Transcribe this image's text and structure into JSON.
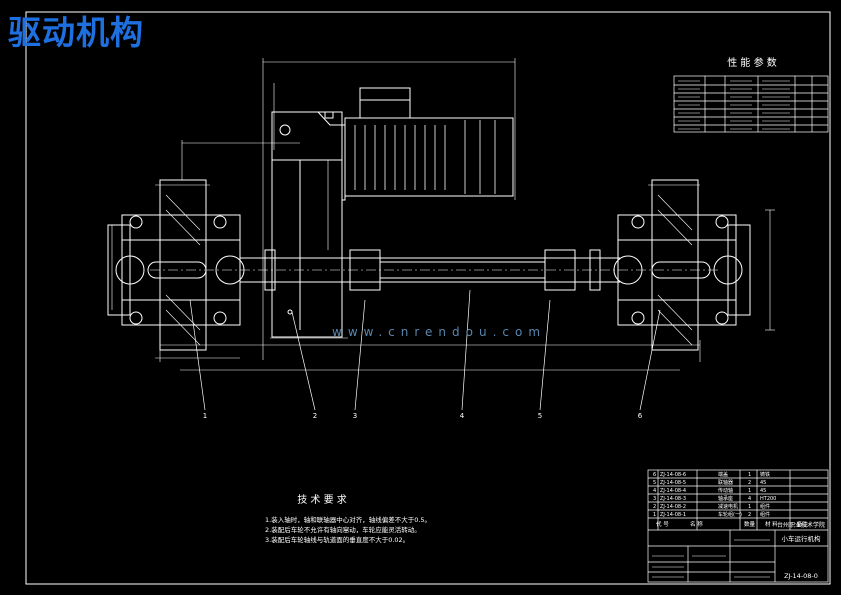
{
  "overlay_title": "驱动机构",
  "watermark": "www.cnrendou.com",
  "perf_title": "性 能 参 数",
  "tech_title": "技 术 要 求",
  "tech_reqs": [
    "1.装入轴时，轴和联轴器中心对齐，轴线偏差不大于0.5。",
    "2.装配后车轮不允许有轴向窜动，车轮应能灵活转动。",
    "3.装配后车轮轴线与轨道面的垂直度不大于0.02。"
  ],
  "balloons": [
    "1",
    "2",
    "3",
    "4",
    "5",
    "6"
  ],
  "bom_rows": [
    [
      "6",
      "ZJ-14-08-6",
      "端盖",
      "1",
      "铸铁"
    ],
    [
      "5",
      "ZJ-14-08-5",
      "联轴器",
      "2",
      "45"
    ],
    [
      "4",
      "ZJ-14-08-4",
      "传动轴",
      "1",
      "45"
    ],
    [
      "3",
      "ZJ-14-08-3",
      "轴承座",
      "4",
      "HT200"
    ],
    [
      "2",
      "ZJ-14-08-2",
      "减速电机",
      "1",
      "组件"
    ],
    [
      "1",
      "ZJ-14-08-1",
      "车轮组(一)",
      "2",
      "组件"
    ]
  ],
  "bom_header": [
    "代 号",
    "名 称",
    "数量",
    "材 料",
    "备注"
  ],
  "school": "台州职业技术学院",
  "drawing_name": "小车运行机构",
  "drawing_no": "ZJ-14-08-0"
}
